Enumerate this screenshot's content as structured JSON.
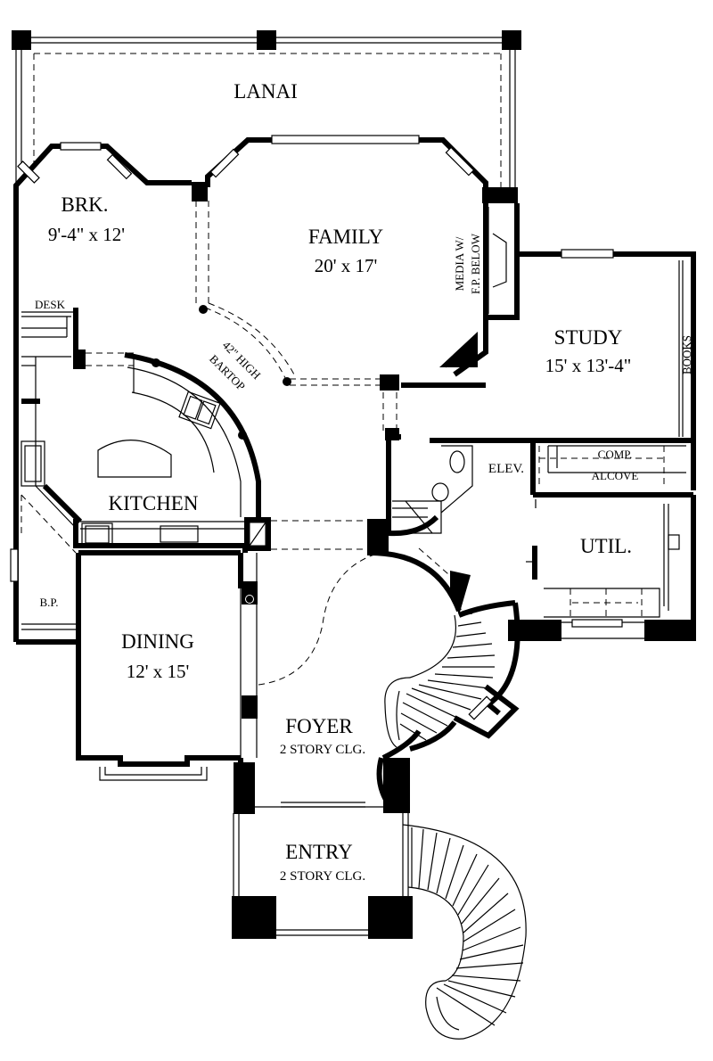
{
  "rooms": {
    "lanai": "LANAI",
    "brk": {
      "name": "BRK.",
      "size": "9'-4\" x 12'"
    },
    "family": {
      "name": "FAMILY",
      "size": "20' x  17'"
    },
    "media": {
      "line1": "MEDIA W/",
      "line2": "F.P. BELOW"
    },
    "study": {
      "name": "STUDY",
      "size": "15' x 13'-4\""
    },
    "books": "BOOKS",
    "desk": "DESK",
    "bartop": {
      "line1": "42\" HIGH",
      "line2": "BARTOP"
    },
    "kitchen": "KITCHEN",
    "elev": "ELEV.",
    "comp_alcove": {
      "line1": "COMP.",
      "line2": "ALCOVE"
    },
    "util": "UTIL.",
    "bp": "B.P.",
    "dining": {
      "name": "DINING",
      "size": "12' x 15'"
    },
    "foyer": {
      "name": "FOYER",
      "clg": "2 STORY CLG."
    },
    "entry": {
      "name": "ENTRY",
      "clg": "2 STORY CLG."
    }
  }
}
